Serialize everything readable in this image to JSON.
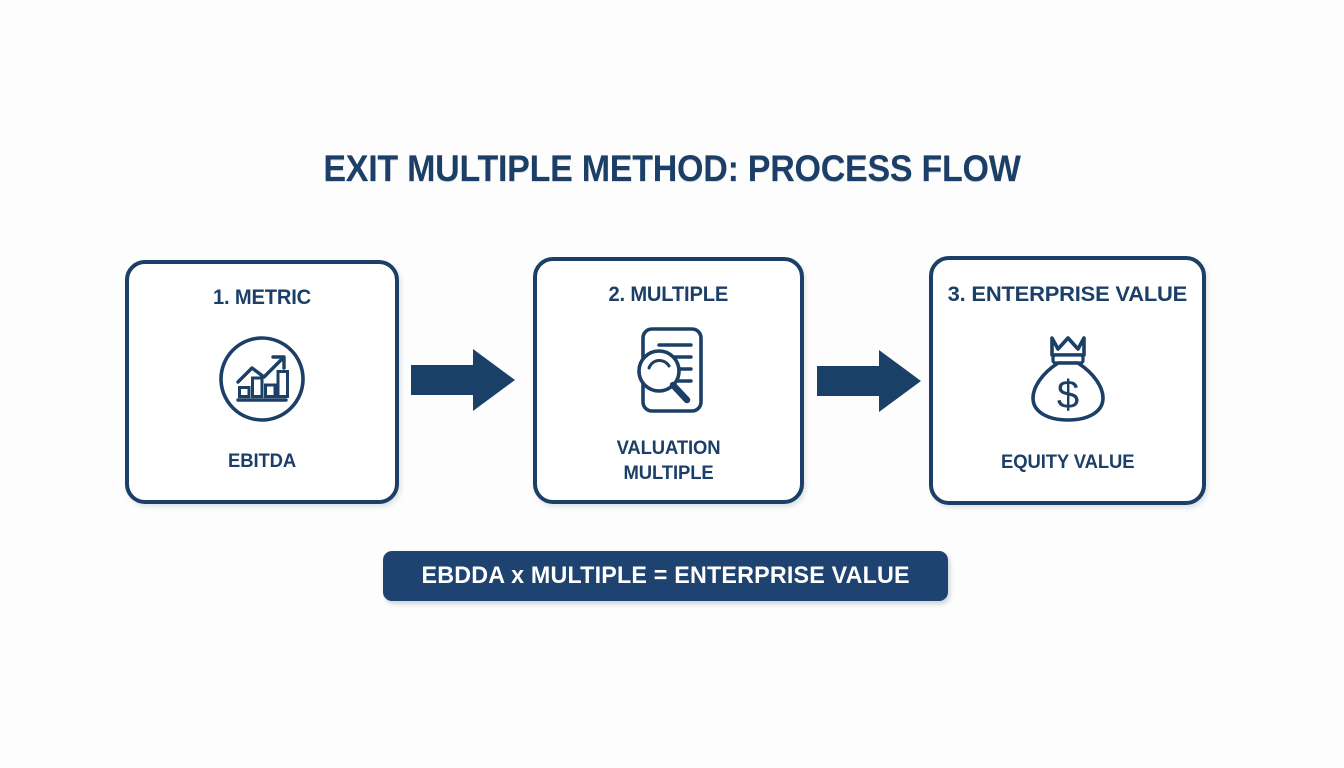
{
  "page": {
    "title": "EXIT MULTIPLE METHOD: PROCESS FLOW",
    "background_color": "#fdfdfd",
    "accent_color": "#1b3f66"
  },
  "steps": [
    {
      "step_label": "1. METRIC",
      "icon": "growth-bar-chart-circle-icon",
      "caption": "EBITDA"
    },
    {
      "step_label": "2. MULTIPLE",
      "icon": "document-magnifier-icon",
      "caption_line1": "VALUATION",
      "caption_line2": "MULTIPLE"
    },
    {
      "step_label": "3. ENTERPRISE VALUE",
      "icon": "money-bag-dollar-icon",
      "caption": "EQUITY VALUE"
    }
  ],
  "connectors": [
    {
      "icon": "right-arrow-icon",
      "color": "#1b4068"
    },
    {
      "icon": "right-arrow-icon",
      "color": "#1b4068"
    }
  ],
  "formula": {
    "text": "EBDDA x MULTIPLE = ENTERPRISE VALUE",
    "background_color": "#1e4370",
    "text_color": "#ffffff"
  }
}
